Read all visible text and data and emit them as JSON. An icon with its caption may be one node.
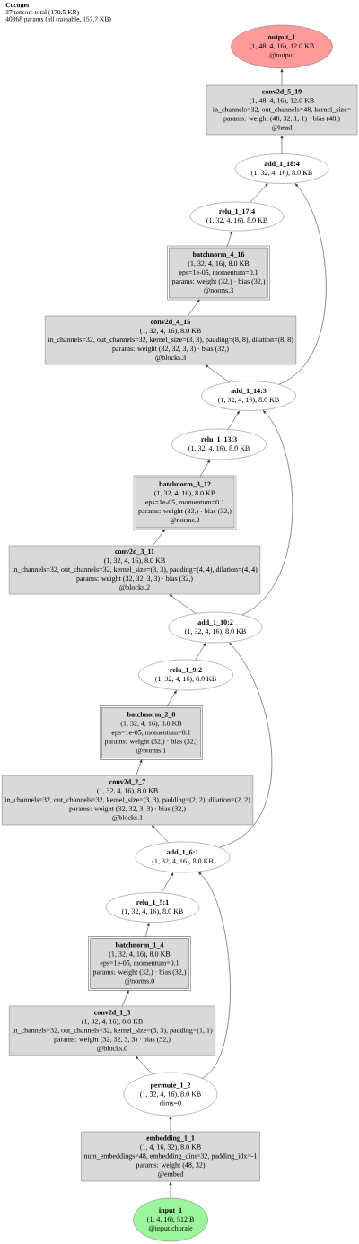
{
  "diagram": {
    "title": "Coconet",
    "nodes": [
      {
        "text": [
          "output_1",
          "(1, 48, 4, 16), 12.0 KB",
          "@output"
        ]
      },
      {
        "text": [
          "conv2d_5_19",
          "(1, 48, 4, 16), 12.0 KB",
          "in_channels=32, out_channels=48, kernel_size=",
          "params: weight (48, 32, 1, 1) · bias (48,)",
          "@head"
        ]
      },
      {
        "text": [
          "add_1_18:4",
          "(1, 32, 4, 16), 8.0 KB"
        ]
      },
      {
        "text": [
          "relu_1_17:4",
          "(1, 32, 4, 16), 8.0 KB"
        ]
      },
      {
        "text": [
          "batchnorm_4_16",
          "(1, 32, 4, 16), 8.0 KB",
          "eps=1e-05, momentum=0.1",
          "params: weight (32,) · bias (32,)",
          "@norms.3"
        ]
      },
      {
        "text": [
          "conv2d_4_15",
          "(1, 32, 4, 16), 8.0 KB",
          "in_channels=32, out_channels=32, kernel_size=(3, 3), padding=(8, 8), dilation=(8, 8)",
          "params: weight (32, 32, 3, 3) · bias (32,)",
          "@blocks.3"
        ]
      },
      {
        "text": [
          "add_1_14:3",
          "(1, 32, 4, 16), 8.0 KB"
        ]
      },
      {
        "text": [
          "relu_1_13:3",
          "(1, 32, 4, 16), 8.0 KB"
        ]
      },
      {
        "text": [
          "batchnorm_3_12",
          "(1, 32, 4, 16), 8.0 KB",
          "eps=1e-05, momentum=0.1",
          "params: weight (32,) · bias (32,)",
          "@norms.2"
        ]
      },
      {
        "text": [
          "conv2d_3_11",
          "(1, 32, 4, 16), 8.0 KB",
          "in_channels=32, out_channels=32, kernel_size=(3, 3), padding=(4, 4), dilation=(4, 4)",
          "params: weight (32, 32, 3, 3) · bias (32,)",
          "@blocks.2"
        ]
      },
      {
        "text": [
          "add_1_10:2",
          "(1, 32, 4, 16), 8.0 KB"
        ]
      },
      {
        "text": [
          "relu_1_9:2",
          "(1, 32, 4, 16), 8.0 KB"
        ]
      },
      {
        "text": [
          "batchnorm_2_8",
          "(1, 32, 4, 16), 8.0 KB",
          "eps=1e-05, momentum=0.1",
          "params: weight (32,) · bias (32,)",
          "@norms.1"
        ]
      },
      {
        "text": [
          "conv2d_2_7",
          "(1, 32, 4, 16), 8.0 KB",
          "in_channels=32, out_channels=32, kernel_size=(3, 3), padding=(2, 2), dilation=(2, 2)",
          "params: weight (32, 32, 3, 3) · bias (32,)",
          "@blocks.1"
        ]
      },
      {
        "text": [
          "add_1_6:1",
          "(1, 32, 4, 16), 8.0 KB"
        ]
      },
      {
        "text": [
          "relu_1_5:1",
          "(1, 32, 4, 16), 8.0 KB"
        ]
      },
      {
        "text": [
          "batchnorm_1_4",
          "(1, 32, 4, 16), 8.0 KB",
          "eps=1e-05, momentum=0.1",
          "params: weight (32,) · bias (32,)",
          "@norms.0"
        ]
      },
      {
        "text": [
          "conv2d_1_3",
          "(1, 32, 4, 16), 8.0 KB",
          "in_channels=32, out_channels=32, kernel_size=(3, 3), padding=(1, 1)",
          "params: weight (32, 32, 3, 3) · bias (32,)",
          "@blocks.0"
        ]
      },
      {
        "text": [
          "permute_1_2",
          "(1, 32, 4, 16), 8.0 KB",
          "dims=0"
        ]
      },
      {
        "text": [
          "embedding_1_1",
          "(1, 4, 16, 32), 8.0 KB",
          "num_embeddings=48, embedding_dim=32, padding_idx=-1",
          "params: weight (48, 32)",
          "@embed"
        ]
      },
      {
        "text": [
          "input_1",
          "(1, 4, 16), 512 B",
          "@input.chorale"
        ]
      }
    ],
    "edges": [
      {
        "from": 20,
        "to": 19,
        "arrow": "to"
      },
      {
        "from": 19,
        "to": 18,
        "arrow": "to"
      },
      {
        "from": 18,
        "to": 17,
        "arrow": "to"
      },
      {
        "from": 18,
        "to": 14,
        "arrow": "to"
      },
      {
        "from": 17,
        "to": 16,
        "arrow": "to"
      },
      {
        "from": 16,
        "to": 15,
        "arrow": "to"
      },
      {
        "from": 15,
        "to": 14,
        "arrow": "to"
      },
      {
        "from": 14,
        "to": 13,
        "arrow": "to"
      },
      {
        "from": 14,
        "to": 10,
        "arrow": "to"
      },
      {
        "from": 13,
        "to": 12,
        "arrow": "to"
      },
      {
        "from": 12,
        "to": 11,
        "arrow": "to"
      },
      {
        "from": 11,
        "to": 10,
        "arrow": "to"
      },
      {
        "from": 10,
        "to": 9,
        "arrow": "to"
      },
      {
        "from": 10,
        "to": 6,
        "arrow": "to"
      },
      {
        "from": 9,
        "to": 8,
        "arrow": "to"
      },
      {
        "from": 8,
        "to": 7,
        "arrow": "to"
      },
      {
        "from": 7,
        "to": 6,
        "arrow": "to"
      },
      {
        "from": 6,
        "to": 5,
        "arrow": "to"
      },
      {
        "from": 6,
        "to": 2,
        "arrow": "to"
      },
      {
        "from": 5,
        "to": 4,
        "arrow": "to"
      },
      {
        "from": 4,
        "to": 3,
        "arrow": "to"
      },
      {
        "from": 3,
        "to": 2,
        "arrow": "to"
      },
      {
        "from": 2,
        "to": 1,
        "arrow": "to"
      },
      {
        "from": 1,
        "to": 0,
        "arrow": "to"
      }
    ],
    "labels": [
      "37 tensors total (170.5 KB)",
      "40368 params (all trainable, 157.7 KB)"
    ]
  }
}
